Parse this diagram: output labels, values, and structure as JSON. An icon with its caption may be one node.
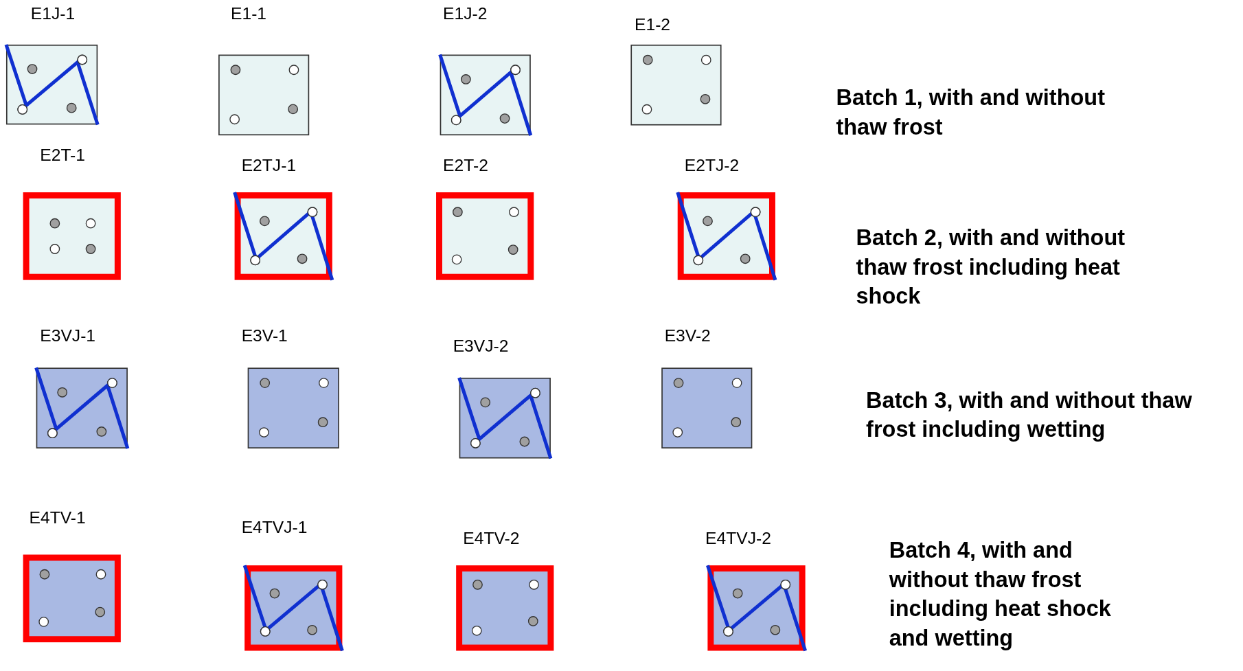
{
  "diagram": {
    "nodes": [
      {
        "text": [
          "E1J-1"
        ]
      },
      {
        "text": [
          "E1-1"
        ]
      },
      {
        "text": [
          "E1J-2"
        ]
      },
      {
        "text": [
          "E1-2"
        ]
      },
      {
        "text": [
          "E2T-1"
        ]
      },
      {
        "text": [
          "E2TJ-1"
        ]
      },
      {
        "text": [
          "E2T-2"
        ]
      },
      {
        "text": [
          "E2TJ-2"
        ]
      },
      {
        "text": [
          "E3VJ-1"
        ]
      },
      {
        "text": [
          "E3V-1"
        ]
      },
      {
        "text": [
          "E3VJ-2"
        ]
      },
      {
        "text": [
          "E3V-2"
        ]
      },
      {
        "text": [
          "E4TV-1"
        ]
      },
      {
        "text": [
          "E4TVJ-1"
        ]
      },
      {
        "text": [
          "E4TV-2"
        ]
      },
      {
        "text": [
          "E4TVJ-2"
        ]
      }
    ],
    "edges": [],
    "labels": [
      "Batch 1, with and without thaw frost",
      "Batch 2, with and without thaw frost including heat shock",
      "Batch 3, with and without thaw frost including wetting",
      "Batch 4, with and without thaw frost including heat shock and wetting"
    ]
  }
}
